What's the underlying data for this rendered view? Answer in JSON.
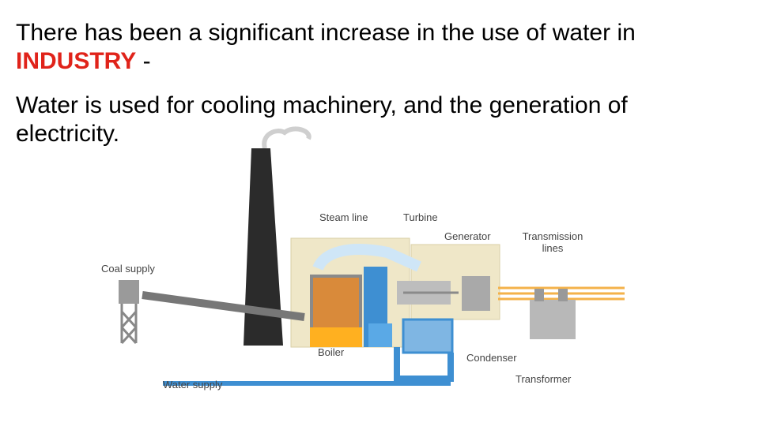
{
  "text": {
    "line1_part1": "There has been a significant increase in the use of water in",
    "line1_highlight": "INDUSTRY",
    "line1_suffix": " -",
    "line2": "Water is used for cooling machinery, and the generation of electricity."
  },
  "diagram": {
    "labels": {
      "coal_supply": "Coal supply",
      "steam_line": "Steam line",
      "turbine": "Turbine",
      "generator": "Generator",
      "transmission_lines": "Transmission lines",
      "boiler": "Boiler",
      "condenser": "Condenser",
      "transformer": "Transformer",
      "water_supply": "Water supply"
    }
  },
  "colors": {
    "accent": "#e0231a",
    "water_blue": "#3e8fd2",
    "steam": "#e6f2fb",
    "building": "#efe7c8",
    "power_lines": "#f4b24a",
    "chimney": "#2b2b2b"
  }
}
